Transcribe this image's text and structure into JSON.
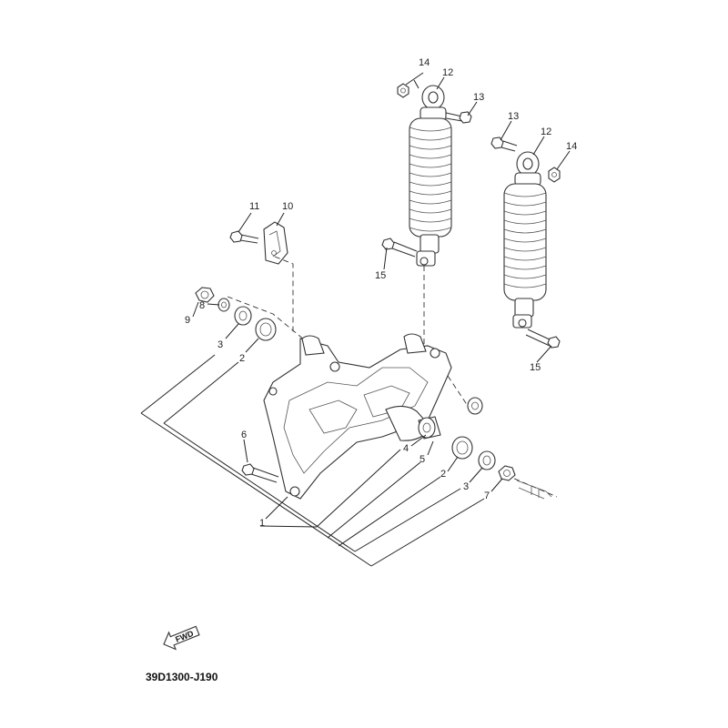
{
  "callouts": {
    "c1": "1",
    "c2a": "2",
    "c2b": "2",
    "c3a": "3",
    "c3b": "3",
    "c4": "4",
    "c5": "5",
    "c6": "6",
    "c7": "7",
    "c8": "8",
    "c9": "9",
    "c10": "10",
    "c11": "11",
    "c12a": "12",
    "c12b": "12",
    "c13a": "13",
    "c13b": "13",
    "c14a": "14",
    "c14b": "14",
    "c15a": "15",
    "c15b": "15"
  },
  "fwd_label": "FWD",
  "diagram_code": "39D1300-J190"
}
